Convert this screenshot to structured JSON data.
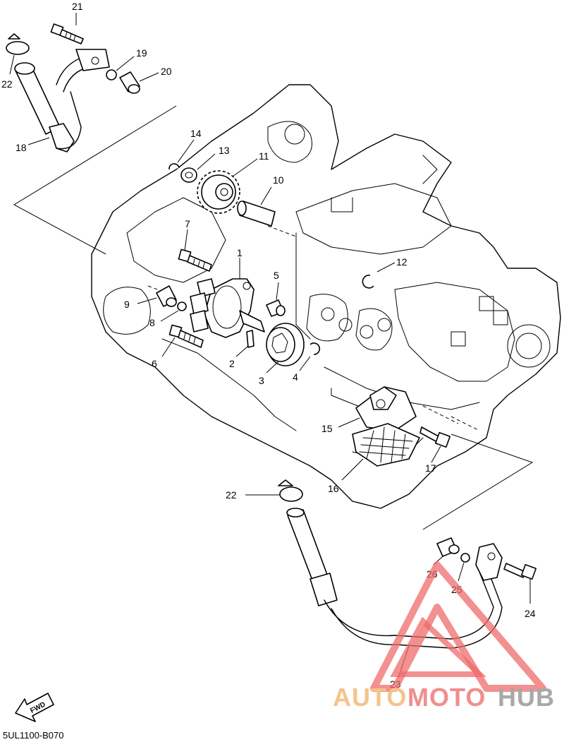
{
  "diagram_code": "5UL1100-B070",
  "fwd_label": "FWD",
  "watermark": {
    "part1": "AUTO",
    "part2": "MOTO",
    "part3": "HUB",
    "color_auto": "#f6c38a",
    "color_moto": "#ef8f8f",
    "color_hub": "#a8a8a8",
    "triangle_color": "#ef6b6b"
  },
  "callouts": [
    {
      "id": "1",
      "label": "1"
    },
    {
      "id": "2",
      "label": "2"
    },
    {
      "id": "3",
      "label": "3"
    },
    {
      "id": "4",
      "label": "4"
    },
    {
      "id": "5",
      "label": "5"
    },
    {
      "id": "6",
      "label": "6"
    },
    {
      "id": "7",
      "label": "7"
    },
    {
      "id": "8",
      "label": "8"
    },
    {
      "id": "9",
      "label": "9"
    },
    {
      "id": "10",
      "label": "10"
    },
    {
      "id": "11",
      "label": "11"
    },
    {
      "id": "12",
      "label": "12"
    },
    {
      "id": "13",
      "label": "13"
    },
    {
      "id": "14",
      "label": "14"
    },
    {
      "id": "15",
      "label": "15"
    },
    {
      "id": "16",
      "label": "16"
    },
    {
      "id": "17",
      "label": "17"
    },
    {
      "id": "18",
      "label": "18"
    },
    {
      "id": "19",
      "label": "19"
    },
    {
      "id": "20",
      "label": "20"
    },
    {
      "id": "21",
      "label": "21"
    },
    {
      "id": "22a",
      "label": "22"
    },
    {
      "id": "22b",
      "label": "22"
    },
    {
      "id": "23",
      "label": "23"
    },
    {
      "id": "24",
      "label": "24"
    },
    {
      "id": "25",
      "label": "25"
    },
    {
      "id": "26",
      "label": "26"
    }
  ]
}
